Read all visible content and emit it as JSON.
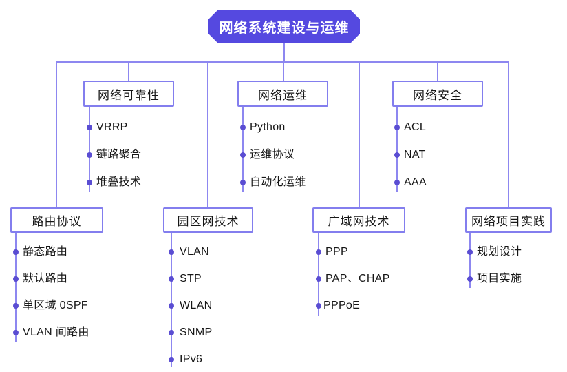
{
  "root": {
    "label": "网络系统建设与运维"
  },
  "branches": [
    {
      "id": "reliability",
      "label": "网络可靠性",
      "items": [
        "VRRP",
        "链路聚合",
        "堆叠技术"
      ]
    },
    {
      "id": "operations",
      "label": "网络运维",
      "items": [
        "Python",
        "运维协议",
        "自动化运维"
      ]
    },
    {
      "id": "security",
      "label": "网络安全",
      "items": [
        "ACL",
        "NAT",
        "AAA"
      ]
    },
    {
      "id": "routing",
      "label": "路由协议",
      "items": [
        "静态路由",
        "默认路由",
        "单区域 0SPF",
        "VLAN 间路由"
      ]
    },
    {
      "id": "campus",
      "label": "园区网技术",
      "items": [
        "VLAN",
        "STP",
        "WLAN",
        "SNMP",
        "IPv6"
      ]
    },
    {
      "id": "wan",
      "label": "广域网技术",
      "items": [
        "PPP",
        "PAP、CHAP",
        "PPPoE"
      ]
    },
    {
      "id": "project",
      "label": "网络项目实践",
      "items": [
        "规划设计",
        "项目实施"
      ]
    }
  ],
  "colors": {
    "root_fill": "#5549e0",
    "root_text": "#ffffff",
    "box_border": "#837eee",
    "connector_line": "#8d87f0",
    "bullet": "#5a4dd2",
    "text": "#161616",
    "background": "#ffffff"
  }
}
